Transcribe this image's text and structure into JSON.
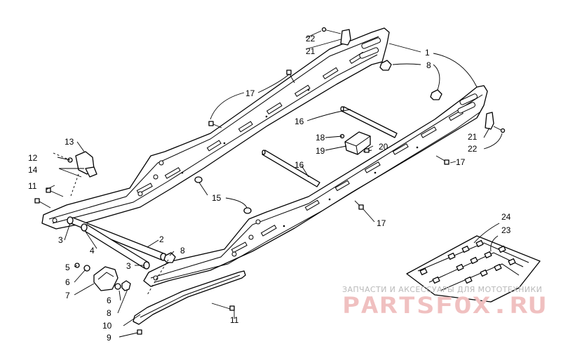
{
  "callouts": [
    "1",
    "2",
    "3",
    "3",
    "4",
    "5",
    "6",
    "6",
    "7",
    "8",
    "8",
    "8",
    "9",
    "10",
    "11",
    "11",
    "12",
    "13",
    "14",
    "15",
    "16",
    "16",
    "17",
    "17",
    "17",
    "18",
    "19",
    "20",
    "21",
    "21",
    "22",
    "22",
    "23",
    "24"
  ],
  "watermark": {
    "top_line": "ЗАПЧАСТИ И АКСЕССУАРЫ ДЛЯ МОТОТЕХНИКИ",
    "logo": "PARTSFOX.RU",
    "color": "#e08a8a"
  }
}
